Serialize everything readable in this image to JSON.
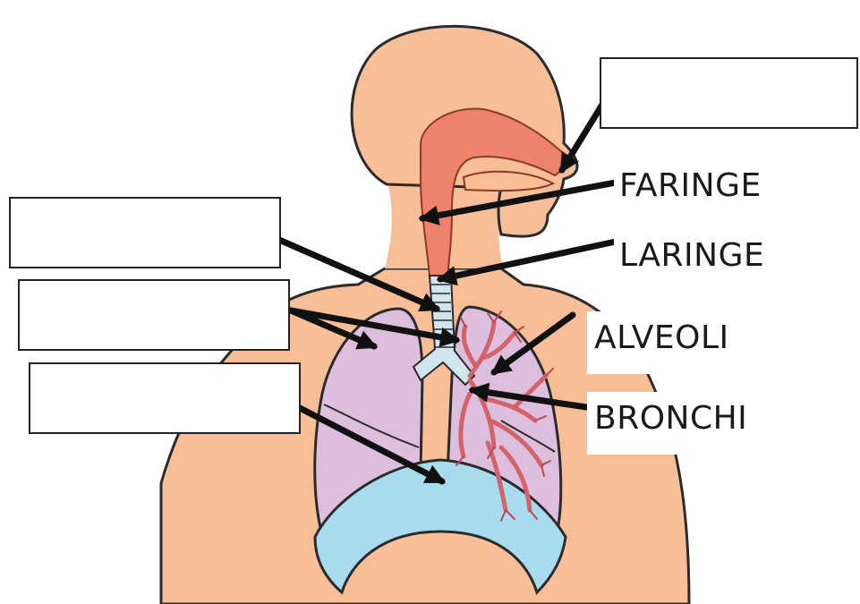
{
  "labels": {
    "faringe": "FARINGE",
    "laringe": "LARINGE",
    "alveoli": "ALVEOLI",
    "bronchi": "BRONCHI"
  },
  "blank_boxes": [
    "",
    "",
    "",
    ""
  ],
  "colors": {
    "skin": "#F7BE97",
    "nasal_cavity": "#EE826C",
    "lungs": "#DDBEDC",
    "diaphragm": "#A9DBEE",
    "trachea": "#CFE6EF",
    "bronchial_tree": "#D4626A",
    "outline": "#2B2B2B",
    "arrow": "#111111"
  }
}
